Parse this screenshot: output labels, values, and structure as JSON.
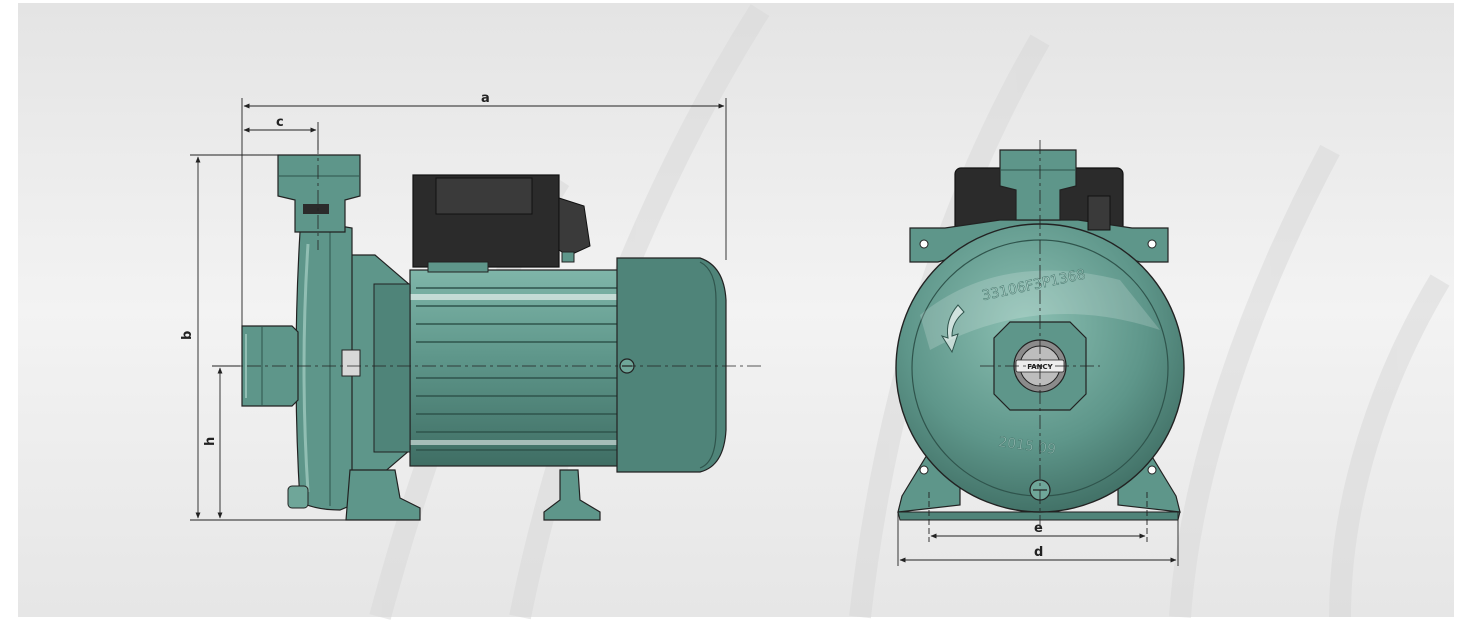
{
  "diagram": {
    "dimensions": {
      "a": "a",
      "b": "b",
      "c": "c",
      "h": "h",
      "d": "d",
      "e": "e"
    },
    "front_markings": {
      "serial": "33106F3P1368",
      "date": "2015 09",
      "brand": "FANCY"
    }
  },
  "colors": {
    "pump_body": "#5e968a",
    "pump_highlight": "#7ab3a6",
    "pump_dark": "#3f6e64",
    "terminal_box": "#2b2b2b",
    "background": "#efefef",
    "dimension_lines": "#222222"
  }
}
